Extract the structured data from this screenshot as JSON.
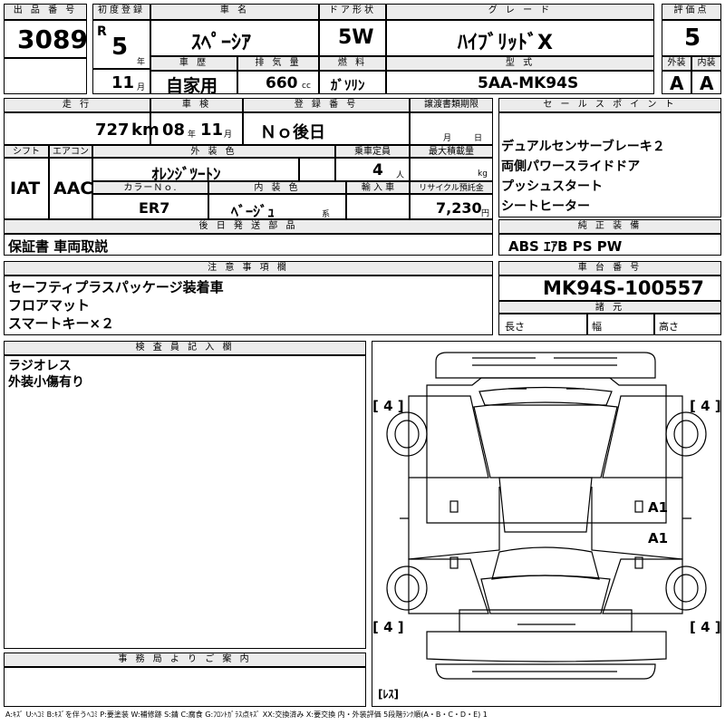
{
  "headers": {
    "lot_no": "出 品 番 号",
    "first_reg": "初度登録",
    "car_name": "車 名",
    "door_type": "ドア形状",
    "grade": "グ レ ー ド",
    "score": "評価点",
    "history": "車 歴",
    "displacement": "排 気 量",
    "fuel": "燃 料",
    "model_code": "型 式",
    "exterior": "外装",
    "interior": "内装",
    "mileage": "走 行",
    "inspection": "車 検",
    "reg_no": "登 録 番 号",
    "transfer_doc": "譲渡書類期限",
    "sales_points": "セ ー ル ス ポ イ ン ト",
    "shift": "シフト",
    "aircon": "エアコン",
    "ext_color": "外 装 色",
    "capacity": "乗車定員",
    "max_load": "最大積載量",
    "color_no": "カラーＮｏ.",
    "int_color": "内 装 色",
    "import": "輸 入 車",
    "recycle": "リサイクル預託金",
    "later_items": "後 日 発 送 部 品",
    "genuine": "純 正 装 備",
    "notes": "注 意 事 項 欄",
    "chassis": "車 台 番 号",
    "specs": "諸 元",
    "inspector": "検 査 員 記 入 欄",
    "office": "事 務 局 よ り ご 案 内"
  },
  "lot_no": "3089",
  "era": "R",
  "year": "5",
  "year_unit": "年",
  "month": "11",
  "month_unit": "月",
  "car_name": "ｽﾍﾟｰｼｱ",
  "door_type": "5W",
  "grade": "ﾊｲﾌﾞﾘｯﾄﾞX",
  "score": "5",
  "history": "自家用",
  "displacement": "660",
  "cc_unit": "cc",
  "fuel": "ｶﾞｿﾘﾝ",
  "model_code": "5AA-MK94S",
  "exterior_score": "A",
  "interior_score": "A",
  "mileage": "727",
  "km_unit": "km",
  "inspection_year": "08",
  "inspection_month": "11",
  "reg_no": "Ｎｏ後日",
  "transfer_month": "月",
  "transfer_day": "日",
  "sales_points": [
    "デュアルセンサーブレーキ２",
    "両側パワースライドドア",
    "プッシュスタート",
    "シートヒーター"
  ],
  "shift": "IAT",
  "aircon": "AAC",
  "ext_color": "ｵﾚﾝｼﾞﾂｰﾄﾝ",
  "capacity": "4",
  "capacity_unit": "人",
  "load_unit": "kg",
  "color_no": "ER7",
  "int_color": "ﾍﾞｰｼﾞｭ",
  "int_color_suffix": "系",
  "recycle": "7,230",
  "yen_unit": "円",
  "later_items": "保証書 車両取説",
  "genuine": "ABS ｴｱB PS PW",
  "notes": [
    "セーフティプラスパッケージ装着車",
    "フロアマット",
    "スマートキー×２"
  ],
  "chassis": "MK94S-100557",
  "spec_labels": {
    "length": "長さ",
    "width": "幅",
    "height": "高さ"
  },
  "inspector_notes": [
    "ラジオレス",
    "外装小傷有り"
  ],
  "diagram_marks": {
    "tire_fl": "[ 4 ]",
    "tire_fr": "[ 4 ]",
    "tire_rl": "[ 4 ]",
    "tire_rr": "[ 4 ]",
    "a1_upper": "A1",
    "a1_lower": "A1",
    "radio_less": "[ﾚｽ]"
  },
  "legend": "A:ｷｽﾞ U:ﾍｺﾐ B:ｷｽﾞを伴うﾍｺﾐ P:要塗装 W:補修跡 S:錆 C:腐食 G:ﾌﾛﾝﾄｶﾞﾗｽ点ｷｽﾞ XX:交換済み X:要交換 内・外装評価 5段階ﾗﾝｸ順(A・B・C・D・E) 1"
}
